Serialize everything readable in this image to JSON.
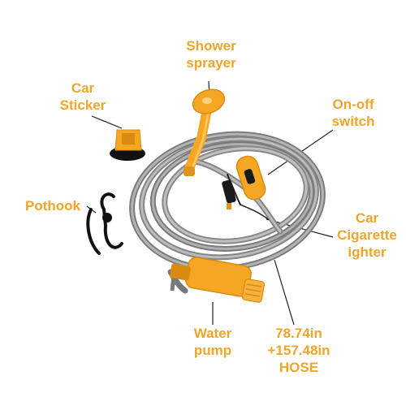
{
  "colors": {
    "label": "#f0a42a",
    "accent_orange": "#f5a623",
    "hose_gray": "#9a9a9a",
    "hook_black": "#111111"
  },
  "labels": {
    "shower_sprayer": [
      "Shower",
      "sprayer"
    ],
    "car_sticker": [
      "Car",
      "Sticker"
    ],
    "on_off_switch": [
      "On-off",
      "switch"
    ],
    "pothook": [
      "Pothook"
    ],
    "car_cigarette_lighter": [
      "Car",
      "Cigarette",
      "ighter"
    ],
    "water_pump": [
      "Water",
      "pump"
    ],
    "hose": [
      "78.74in",
      "+157.48in",
      "HOSE"
    ]
  }
}
